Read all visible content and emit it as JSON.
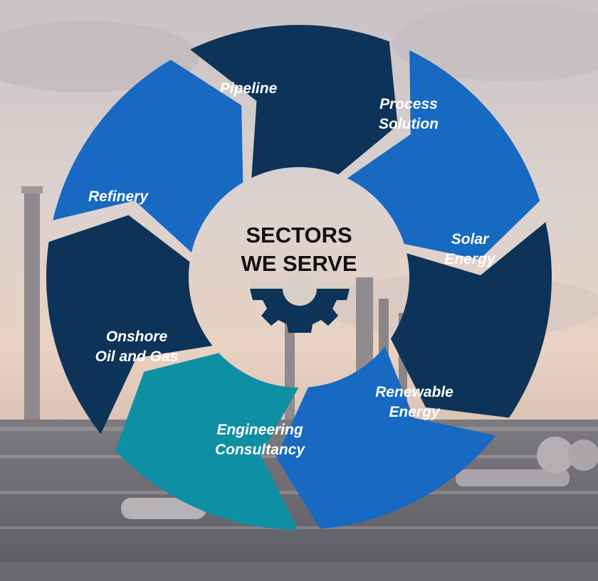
{
  "title": {
    "line1": "SECTORS",
    "line2": "WE SERVE"
  },
  "center_icon": "gear-icon",
  "colors": {
    "dark_navy": "#0d3358",
    "bright_blue": "#1769c2",
    "teal": "#0f8fa3",
    "title_text": "#111111"
  },
  "segments": [
    {
      "id": "pipeline",
      "lines": [
        "Pipeline"
      ],
      "color": "dark_navy"
    },
    {
      "id": "process-solution",
      "lines": [
        "Process",
        "Solution"
      ],
      "color": "bright_blue"
    },
    {
      "id": "solar-energy",
      "lines": [
        "Solar",
        "Energy"
      ],
      "color": "dark_navy"
    },
    {
      "id": "renewable-energy",
      "lines": [
        "Renewable",
        "Energy"
      ],
      "color": "bright_blue"
    },
    {
      "id": "engineering-consultancy",
      "lines": [
        "Engineering",
        "Consultancy"
      ],
      "color": "teal"
    },
    {
      "id": "onshore-oil-and-gas",
      "lines": [
        "Onshore",
        "Oil and Gas"
      ],
      "color": "dark_navy"
    },
    {
      "id": "refinery",
      "lines": [
        "Refinery"
      ],
      "color": "bright_blue"
    }
  ]
}
